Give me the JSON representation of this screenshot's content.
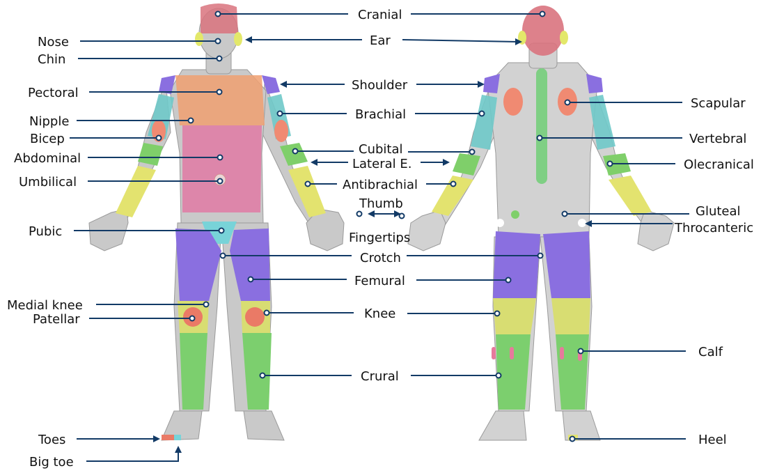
{
  "figure": {
    "labels": {
      "cranial": "Cranial",
      "nose": "Nose",
      "ear": "Ear",
      "chin": "Chin",
      "pectoral": "Pectoral",
      "shoulder": "Shoulder",
      "scapular": "Scapular",
      "nipple": "Nipple",
      "brachial": "Brachial",
      "bicep": "Bicep",
      "vertebral": "Vertebral",
      "abdominal": "Abdominal",
      "cubital": "Cubital",
      "lateral_e": "Lateral E.",
      "olecranical": "Olecranical",
      "umbilical": "Umbilical",
      "antibrachial": "Antibrachial",
      "thumb": "Thumb",
      "gluteal": "Gluteal",
      "throcanteric": "Throcanteric",
      "pubic": "Pubic",
      "fingertips": "Fingertips",
      "crotch": "Crotch",
      "femural": "Femural",
      "medial_knee": "Medial knee",
      "knee": "Knee",
      "patellar": "Patellar",
      "calf": "Calf",
      "crural": "Crural",
      "toes": "Toes",
      "heel": "Heel",
      "big_toe": "Big toe"
    },
    "region_colors": {
      "cranial": "#d9737e",
      "ear": "#e3e86a",
      "pectoral": "#f0a071",
      "shoulder": "#8a6fe0",
      "brachial": "#6fc9c9",
      "bicep_scapular": "#f08a72",
      "cubital": "#7fcf6a",
      "antibrachial": "#e3e36f",
      "abdominal": "#e07aa5",
      "pubic": "#78d3d8",
      "femural": "#8a6fe0",
      "knee": "#d8dd72",
      "patellar": "#ea7a66",
      "crural": "#7ccf6e",
      "calf_spot": "#e77a9c",
      "vertebral": "#7fcf84",
      "body_skin": "#c9c9c9",
      "leader_line": "#123a66"
    }
  }
}
